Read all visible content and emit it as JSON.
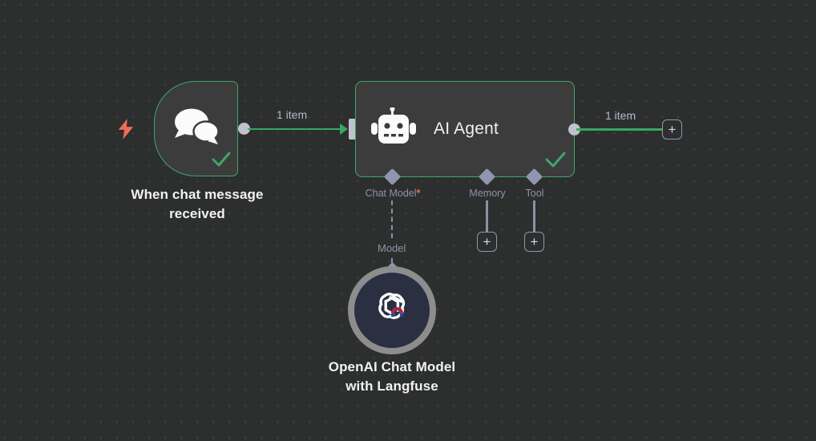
{
  "canvas": {
    "background_color": "#2d2e2e",
    "grid_dot_color": "#3f4040",
    "accent_green": "#37a862",
    "accent_orange": "#ef6d57",
    "port_purple": "#9295ae",
    "label_gray": "#8f93a8"
  },
  "nodes": [
    {
      "id": "when-chat-message-received",
      "caption": "When chat message\nreceived",
      "icon": "chat-bubbles-icon",
      "status": "success",
      "trigger": true,
      "trigger_icon": "lightning-bolt-icon"
    },
    {
      "id": "ai-agent",
      "title": "AI Agent",
      "icon": "robot-icon",
      "status": "success",
      "sub_ports": [
        {
          "label": "Chat Model",
          "required": true,
          "required_marker": "*"
        },
        {
          "label": "Memory",
          "required": false,
          "required_marker": ""
        },
        {
          "label": "Tool",
          "required": false,
          "required_marker": ""
        }
      ]
    },
    {
      "id": "openai-chat-model-with-langfuse",
      "caption": "OpenAI Chat Model\nwith Langfuse",
      "icon": "openai-logo-icon",
      "shape": "circle"
    }
  ],
  "connections": [
    {
      "id": "trigger-to-agent",
      "label": "1 item",
      "style": "solid-green"
    },
    {
      "id": "agent-to-next",
      "label": "1 item",
      "style": "solid-green"
    },
    {
      "id": "chat-model-link",
      "label": "Model",
      "style": "dashed-purple"
    }
  ],
  "add_buttons": [
    {
      "id": "add-node-main-output",
      "label": "+"
    },
    {
      "id": "add-node-memory",
      "label": "+"
    },
    {
      "id": "add-node-tool",
      "label": "+"
    }
  ]
}
